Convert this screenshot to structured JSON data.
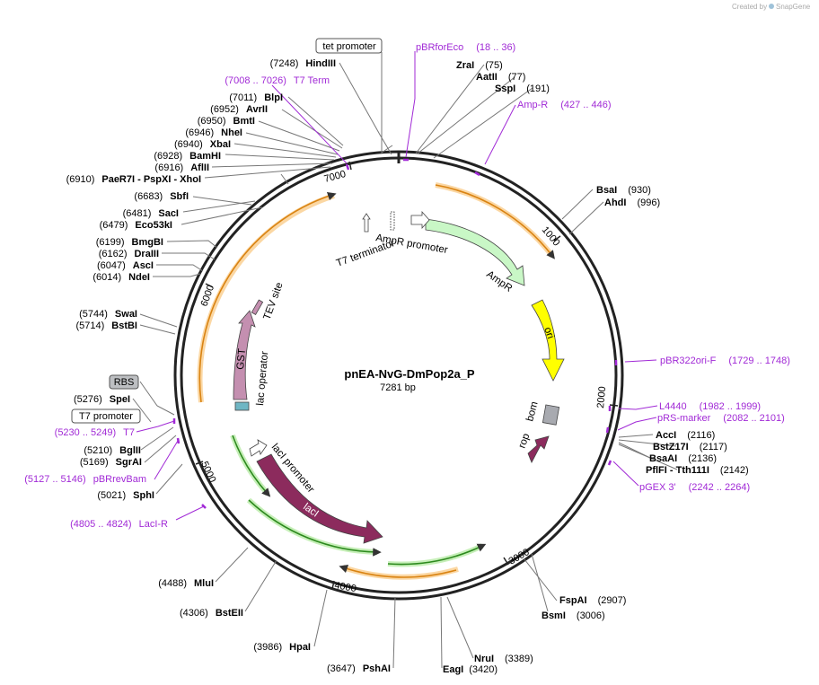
{
  "plasmid": {
    "name": "pnEA-NvG-DmPop2a_P",
    "length": "7281 bp"
  },
  "brand": {
    "created_by": "Created by",
    "app": "SnapGene"
  },
  "ticks": [
    {
      "label": "1000"
    },
    {
      "label": "2000"
    },
    {
      "label": "3000"
    },
    {
      "label": "4000"
    },
    {
      "label": "5000"
    },
    {
      "label": "6000"
    },
    {
      "label": "7000"
    }
  ],
  "sites": [
    {
      "pos": "(7248)",
      "name": "HindIII"
    },
    {
      "pos": "(7011)",
      "name": "BlpI"
    },
    {
      "pos": "(6952)",
      "name": "AvrII"
    },
    {
      "pos": "(6950)",
      "name": "BmtI"
    },
    {
      "pos": "(6946)",
      "name": "NheI"
    },
    {
      "pos": "(6940)",
      "name": "XbaI"
    },
    {
      "pos": "(6928)",
      "name": "BamHI"
    },
    {
      "pos": "(6916)",
      "name": "AflII"
    },
    {
      "pos": "(6910)",
      "name": "PaeR7I - PspXI - XhoI"
    },
    {
      "pos": "(6683)",
      "name": "SbfI"
    },
    {
      "pos": "(6481)",
      "name": "SacI"
    },
    {
      "pos": "(6479)",
      "name": "Eco53kI"
    },
    {
      "pos": "(6199)",
      "name": "BmgBI"
    },
    {
      "pos": "(6162)",
      "name": "DraIII"
    },
    {
      "pos": "(6047)",
      "name": "AscI"
    },
    {
      "pos": "(6014)",
      "name": "NdeI"
    },
    {
      "pos": "(5744)",
      "name": "SwaI"
    },
    {
      "pos": "(5714)",
      "name": "BstBI"
    },
    {
      "pos": "(5276)",
      "name": "SpeI"
    },
    {
      "pos": "(5210)",
      "name": "BglII"
    },
    {
      "pos": "(5169)",
      "name": "SgrAI"
    },
    {
      "pos": "(5021)",
      "name": "SphI"
    },
    {
      "pos": "(4488)",
      "name": "MluI"
    },
    {
      "pos": "(4306)",
      "name": "BstEII"
    },
    {
      "pos": "(3986)",
      "name": "HpaI"
    },
    {
      "pos": "(3647)",
      "name": "PshAI"
    },
    {
      "pos": "(3420)",
      "name": "EagI"
    },
    {
      "pos": "(3389)",
      "name": "NruI"
    },
    {
      "pos": "(3006)",
      "name": "BsmI"
    },
    {
      "pos": "(2907)",
      "name": "FspAI"
    },
    {
      "pos": "(2142)",
      "name": "PflFI - Tth111I"
    },
    {
      "pos": "(2136)",
      "name": "BsaAI"
    },
    {
      "pos": "(2117)",
      "name": "BstZ17I"
    },
    {
      "pos": "(2116)",
      "name": "AccI"
    },
    {
      "pos": "(996)",
      "name": "AhdI"
    },
    {
      "pos": "(930)",
      "name": "BsaI"
    },
    {
      "pos": "(191)",
      "name": "SspI"
    },
    {
      "pos": "(77)",
      "name": "AatII"
    },
    {
      "pos": "(75)",
      "name": "ZraI"
    }
  ],
  "primers": [
    {
      "name": "pBRforEco",
      "range": "(18 .. 36)"
    },
    {
      "name": "Amp-R",
      "range": "(427 .. 446)"
    },
    {
      "name": "T7 Term",
      "range": "(7008 .. 7026)"
    },
    {
      "name": "pBR322ori-F",
      "range": "(1729 .. 1748)"
    },
    {
      "name": "L4440",
      "range": "(1982 .. 1999)"
    },
    {
      "name": "pRS-marker",
      "range": "(2082 .. 2101)"
    },
    {
      "name": "pGEX 3'",
      "range": "(2242 .. 2264)"
    },
    {
      "name": "T7",
      "range": "(5230 .. 5249)"
    },
    {
      "name": "pBRrevBam",
      "range": "(5127 .. 5146)"
    },
    {
      "name": "LacI-R",
      "range": "(4805 .. 4824)"
    }
  ],
  "boxed_features": [
    {
      "label": "tet promoter"
    },
    {
      "label": "RBS"
    },
    {
      "label": "T7 promoter"
    }
  ],
  "features": {
    "t7_terminator": "T7 terminator",
    "ampr_promoter": "AmpR promoter",
    "ampr": "AmpR",
    "ori": "ori",
    "bom": "bom",
    "rop": "rop",
    "laci_promoter": "lacI promoter",
    "laci": "lacI",
    "gst": "GST",
    "tev_site": "TEV site",
    "lac_operator": "lac operator"
  },
  "colors": {
    "backbone": "#222222",
    "primer": "#a12ad6",
    "ampr": "#c9f7c6",
    "ori": "#ffff00",
    "laci": "#8c2b5d",
    "gst": "#c48fb0",
    "rop": "#8c2b5d",
    "bom": "#a8aab0",
    "orf_orange": "#f3a73c",
    "orf_green": "#2d8a1e"
  }
}
